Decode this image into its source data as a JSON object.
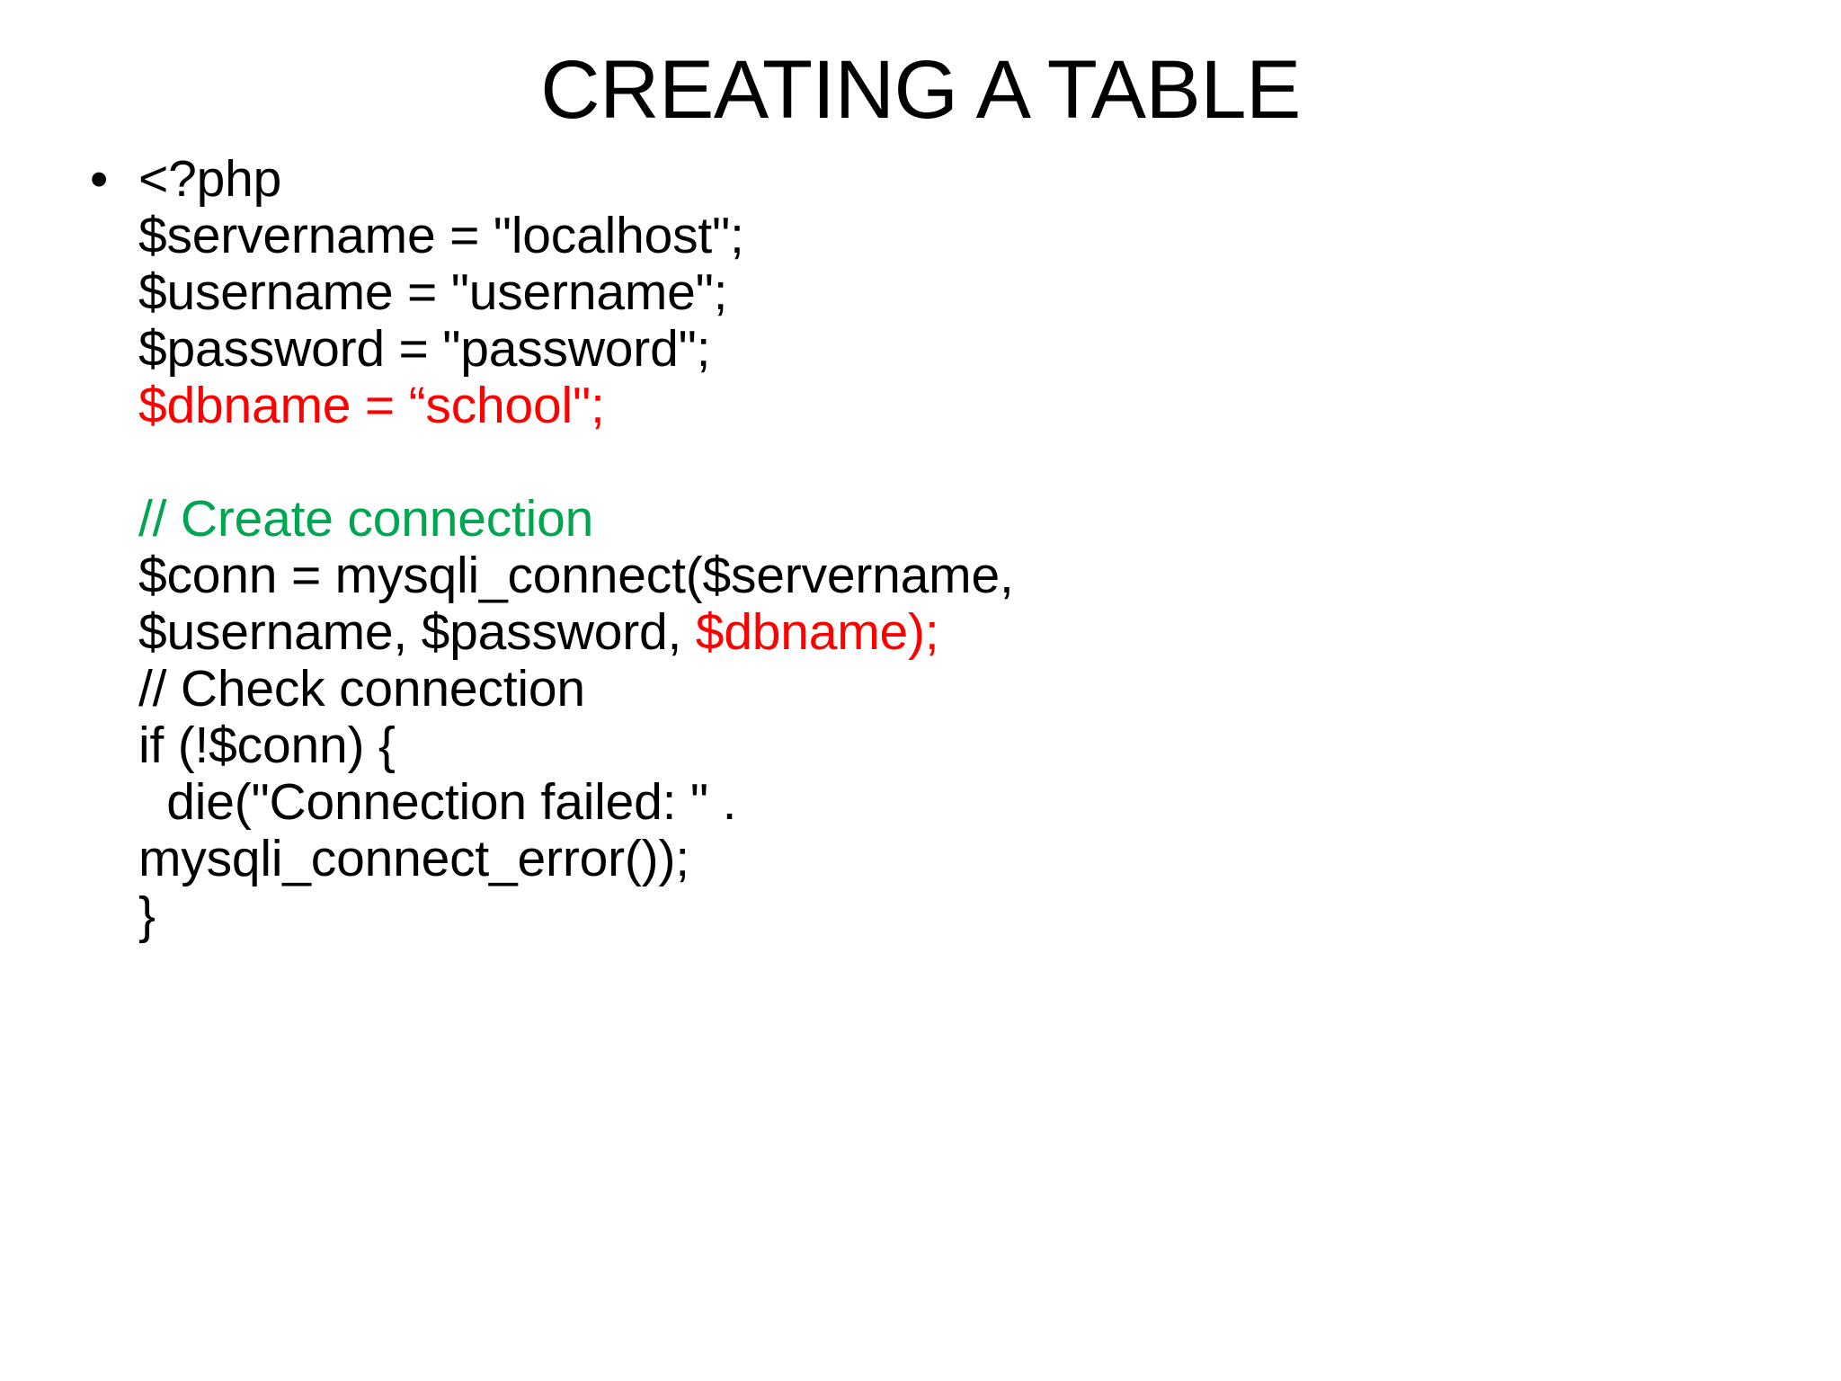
{
  "slide": {
    "background_color": "#FFFFFF",
    "title": "CREATING A TABLE",
    "bullet_marker": "•",
    "colors": {
      "text": "#000000",
      "highlight_red": "#FF0000",
      "comment_green": "#00A550",
      "background": "#FFFFFF"
    },
    "code_lines": [
      {
        "segments": [
          {
            "text": "<?php",
            "color": "#000000"
          }
        ]
      },
      {
        "segments": [
          {
            "text": "$servername = \"localhost\";",
            "color": "#000000"
          }
        ]
      },
      {
        "segments": [
          {
            "text": "$username = \"username\";",
            "color": "#000000"
          }
        ]
      },
      {
        "segments": [
          {
            "text": "$password = \"password\";",
            "color": "#000000"
          }
        ]
      },
      {
        "segments": [
          {
            "text": "$dbname = “school\";",
            "color": "#FF0000"
          }
        ]
      },
      {
        "segments": [
          {
            "text": "",
            "color": "#000000"
          }
        ]
      },
      {
        "segments": [
          {
            "text": "// Create connection",
            "color": "#00A550"
          }
        ]
      },
      {
        "segments": [
          {
            "text": "$conn = mysqli_connect($servername,",
            "color": "#000000"
          }
        ]
      },
      {
        "segments": [
          {
            "text": "$username, $password, ",
            "color": "#000000"
          },
          {
            "text": "$dbname);",
            "color": "#FF0000"
          }
        ]
      },
      {
        "segments": [
          {
            "text": "// Check connection",
            "color": "#000000"
          }
        ]
      },
      {
        "segments": [
          {
            "text": "if (!$conn) {",
            "color": "#000000"
          }
        ]
      },
      {
        "segments": [
          {
            "text": "  die(\"Connection failed: \" .",
            "color": "#000000"
          }
        ]
      },
      {
        "segments": [
          {
            "text": "mysqli_connect_error());",
            "color": "#000000"
          }
        ]
      },
      {
        "segments": [
          {
            "text": "}",
            "color": "#000000"
          }
        ]
      }
    ]
  }
}
